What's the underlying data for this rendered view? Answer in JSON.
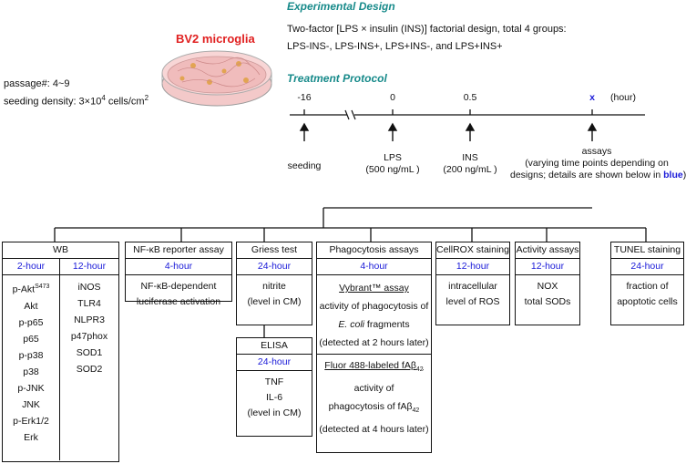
{
  "cell_label": "BV2 microglia",
  "passage": "passage#: 4~9",
  "seeding_density_prefix": "seeding density: 3×10",
  "seeding_density_exp": "4",
  "seeding_density_unit": " cells/cm",
  "seeding_density_unit_exp": "2",
  "design": {
    "title": "Experimental Design",
    "line1": "Two-factor [LPS × insulin (INS)] factorial design, total 4 groups:",
    "line2": "LPS-INS-, LPS-INS+, LPS+INS-, and LPS+INS+"
  },
  "protocol": {
    "title": "Treatment Protocol",
    "ticks": [
      "-16",
      "0",
      "0.5",
      "x"
    ],
    "unit": "(hour)",
    "seeding": "seeding",
    "lps_1": "LPS",
    "lps_2": "(500 ng/mL )",
    "ins_1": "INS",
    "ins_2": "(200 ng/mL )",
    "assays_1": "assays",
    "assays_2": "(varying time points depending on",
    "assays_3a": "designs; details are shown below in ",
    "assays_3b": "blue",
    "assays_3c": ")"
  },
  "boxes": {
    "wb": {
      "head": "WB",
      "col1_time": "2-hour",
      "col2_time": "12-hour",
      "col1": [
        "p-Akt",
        "Akt",
        "p-p65",
        "p65",
        "p-p38",
        "p38",
        "p-JNK",
        "JNK",
        "p-Erk1/2",
        "Erk"
      ],
      "col1_sup": "S473",
      "col2": [
        "iNOS",
        "TLR4",
        "NLPR3",
        "p47phox",
        "SOD1",
        "SOD2"
      ]
    },
    "nfkb": {
      "head": "NF-κB reporter assay",
      "time": "4-hour",
      "body": [
        "NF-κB-dependent",
        "luciferase activation"
      ]
    },
    "griess": {
      "head": "Griess test",
      "time": "24-hour",
      "body": [
        "nitrite",
        "(level in CM)"
      ]
    },
    "elisa": {
      "head": "ELISA",
      "time": "24-hour",
      "body": [
        "TNF",
        "IL-6",
        "(level in CM)"
      ]
    },
    "phago": {
      "head": "Phagocytosis assays",
      "time": "4-hour",
      "vybrant": "Vybrant™ assay",
      "v1": "activity of phagocytosis of",
      "v2": "E. coli",
      "v2b": " fragments",
      "v3": "(detected at 2 hours later)",
      "fluor": "Fluor 488-labeled fAβ",
      "fluor_sub": "42",
      "f1": "activity of",
      "f2": "phagocytosis of fAβ",
      "f2_sub": "42",
      "f3": "(detected at 4 hours later)"
    },
    "cellrox": {
      "head": "CellROX staining",
      "time": "12-hour",
      "body": [
        "intracellular",
        "level of ROS"
      ]
    },
    "activity": {
      "head": "Activity assays",
      "time": "12-hour",
      "body": [
        "NOX",
        "total SODs"
      ]
    },
    "tunel": {
      "head": "TUNEL staining",
      "time": "24-hour",
      "body": [
        "fraction of",
        "apoptotic cells"
      ]
    }
  },
  "colors": {
    "accent_blue": "#1a1ad8",
    "title_teal": "#178a8a",
    "cell_red": "#e02020"
  },
  "icons": [
    "petri-dish-icon",
    "up-arrow-icon"
  ]
}
